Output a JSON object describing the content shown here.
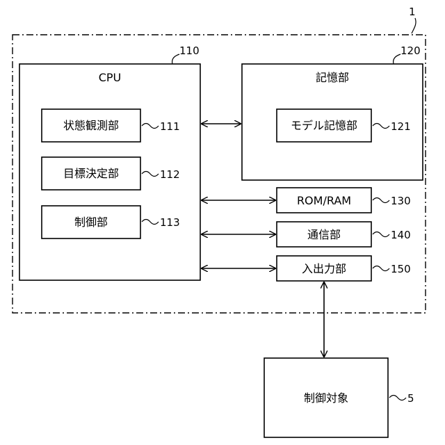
{
  "system": {
    "ref": "1"
  },
  "cpu": {
    "label": "CPU",
    "ref": "110",
    "units": [
      {
        "label": "状態観測部",
        "ref": "111"
      },
      {
        "label": "目標決定部",
        "ref": "112"
      },
      {
        "label": "制御部",
        "ref": "113"
      }
    ]
  },
  "storage": {
    "label": "記憶部",
    "ref": "120",
    "model": {
      "label": "モデル記憶部",
      "ref": "121"
    }
  },
  "rom_ram": {
    "label": "ROM/RAM",
    "ref": "130"
  },
  "comm": {
    "label": "通信部",
    "ref": "140"
  },
  "io": {
    "label": "入出力部",
    "ref": "150"
  },
  "target": {
    "label": "制御対象",
    "ref": "5"
  },
  "colors": {
    "line": "#000000",
    "background": "#ffffff"
  }
}
